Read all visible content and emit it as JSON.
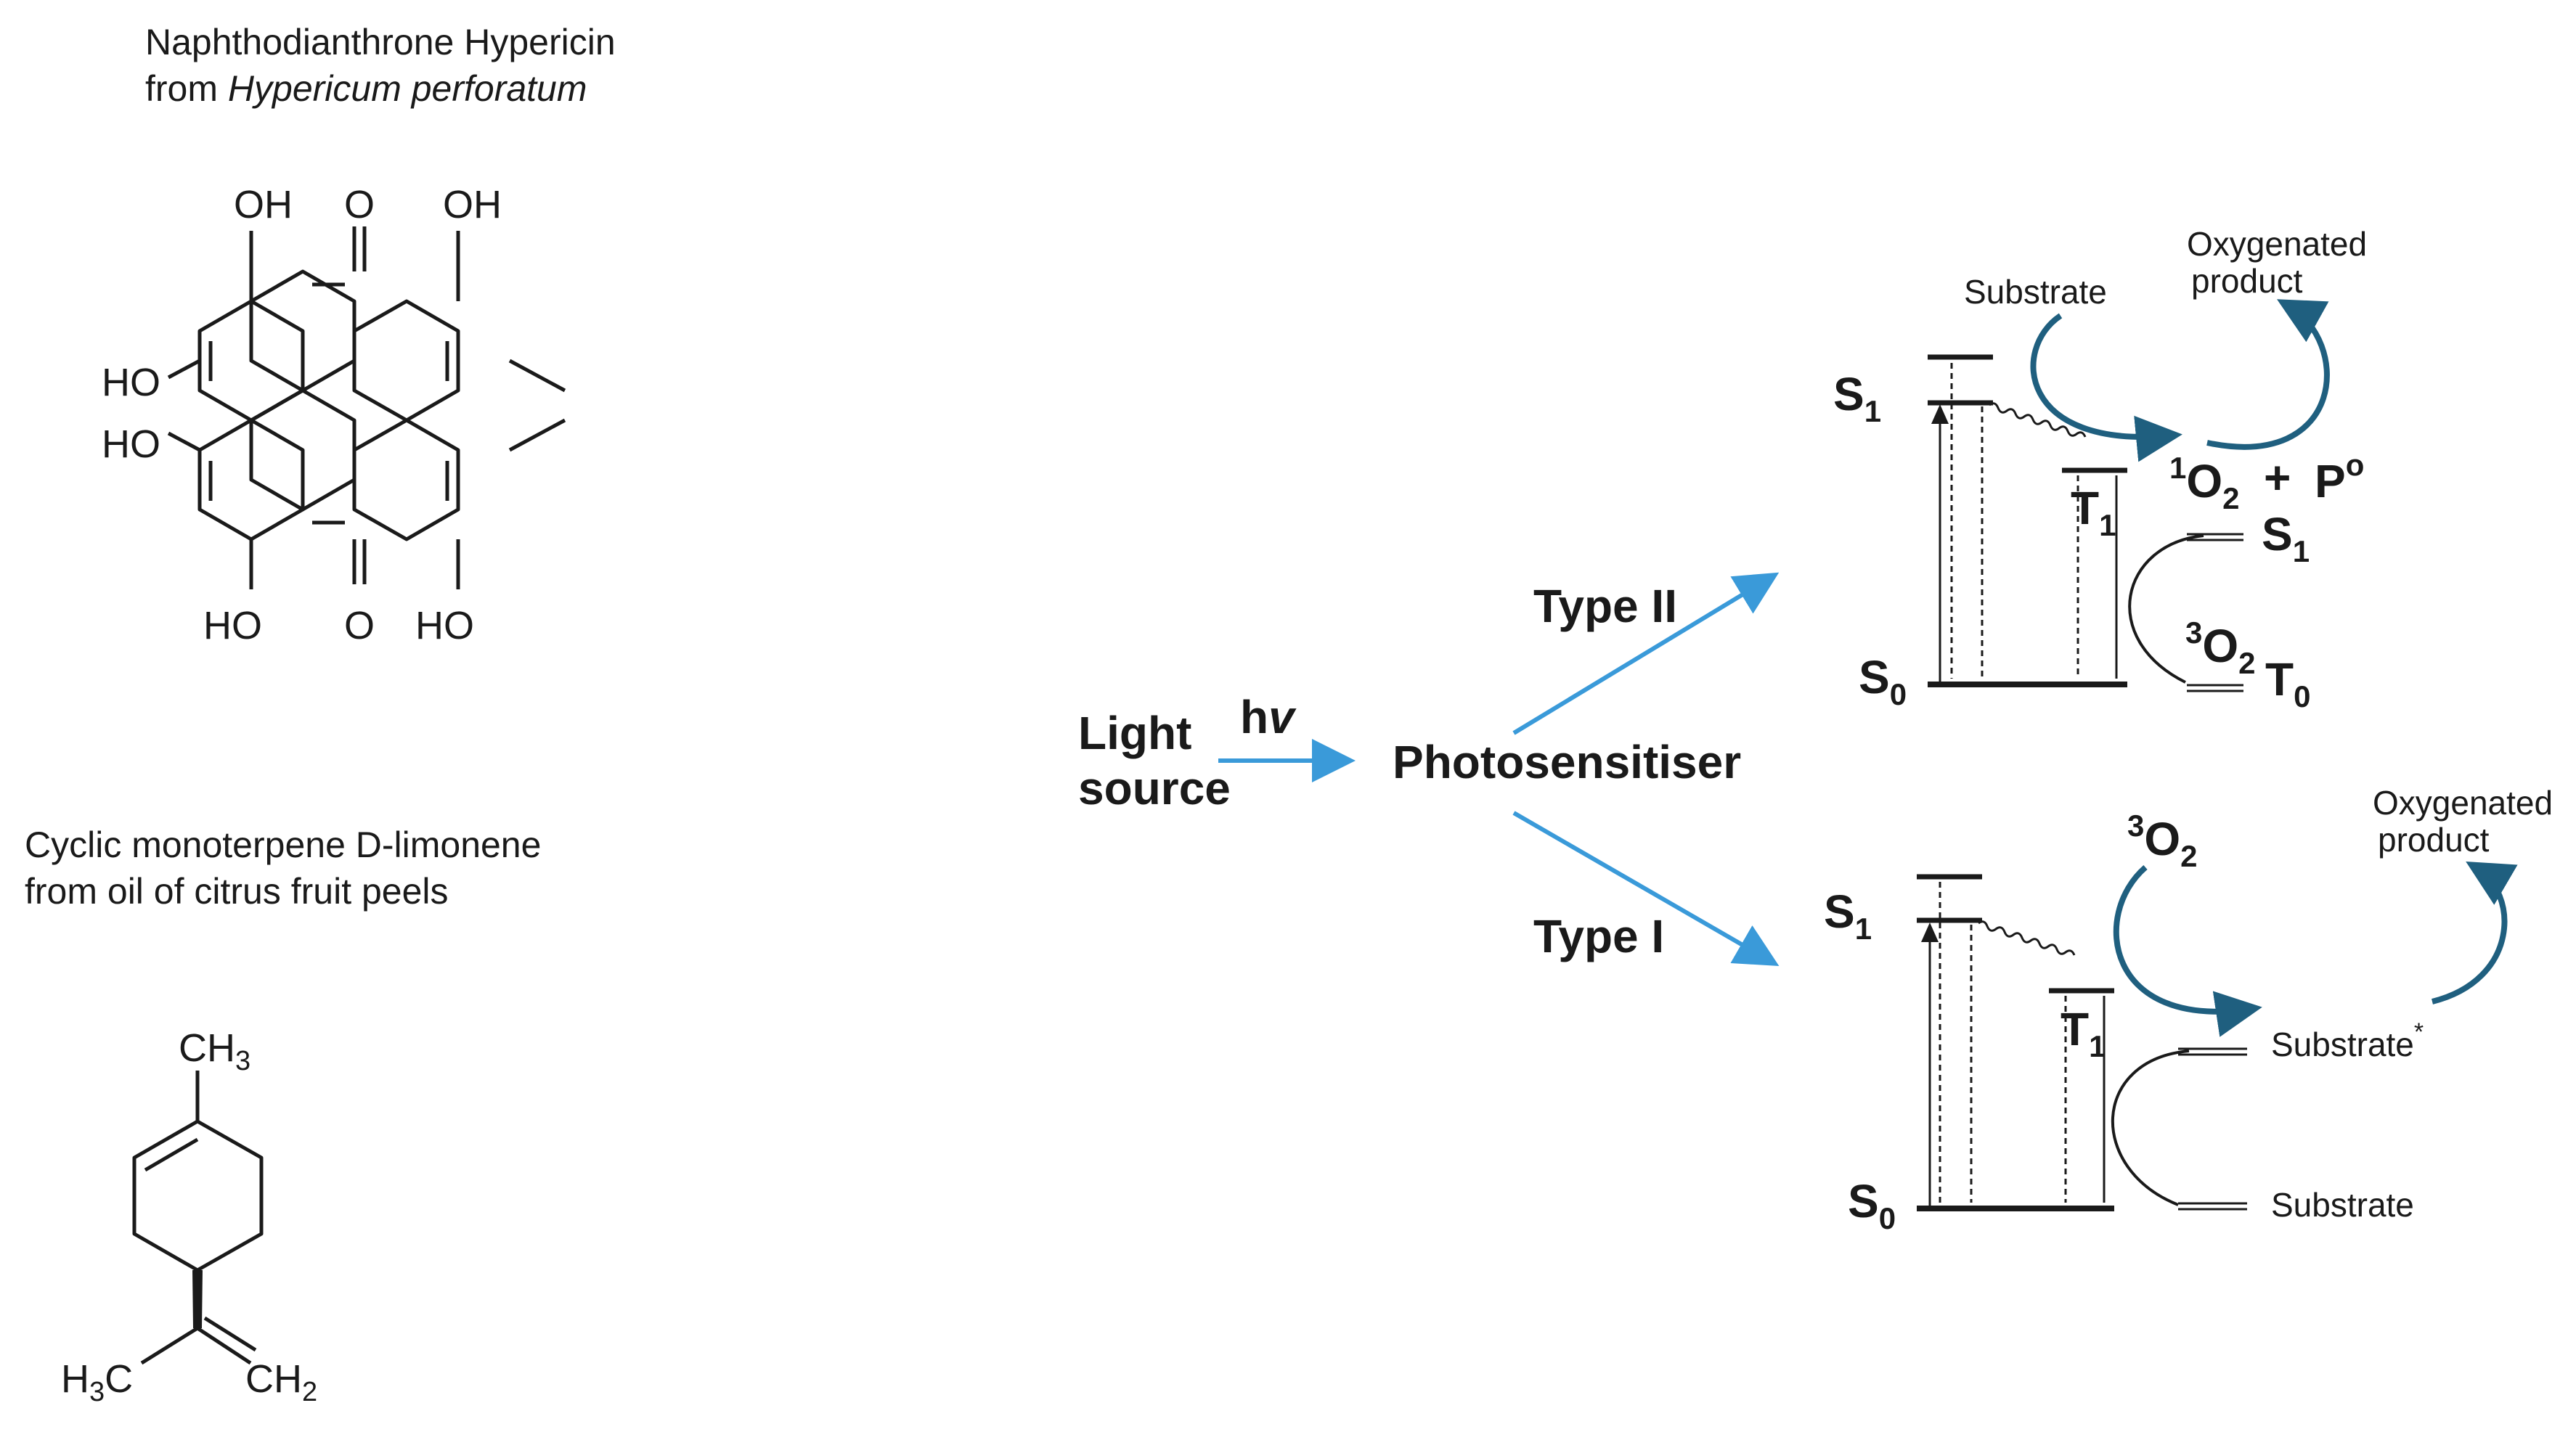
{
  "hypericin": {
    "caption_line1": "Naphthodianthrone Hypericin",
    "caption_line2_prefix": "from ",
    "caption_line2_italic": "Hypericum perforatum",
    "atoms": {
      "oh": "OH",
      "o": "O",
      "ho": "HO"
    }
  },
  "limonene": {
    "caption_line1": "Cyclic monoterpene D-limonene",
    "caption_line2": "from oil of citrus fruit peels",
    "atoms": {
      "c": "C",
      "h": "H",
      "ch3_sub": "3",
      "ch2_sub": "2"
    }
  },
  "mechanism": {
    "light_line1": "Light",
    "light_line2": "source",
    "hv_h": "h",
    "hv_v": "v",
    "photosensitiser": "Photosensitiser",
    "type2": "Type II",
    "type1": "Type I",
    "colors": {
      "arrow_blue": "#3a9ad9",
      "cycle_teal": "#1f5f7f"
    },
    "type2_diagram": {
      "s1": "S",
      "s1_sub": "1",
      "s0": "S",
      "s0_sub": "0",
      "t1": "T",
      "t1_sub": "1",
      "substrate": "Substrate",
      "oxygenated_line1": "Oxygenated",
      "oxygenated_line2": "product",
      "singlet_sup": "1",
      "o2": "O",
      "o2_sub": "2",
      "plus": "+",
      "p": "P",
      "p_sup": "o",
      "ps_s1": "S",
      "ps_s1_sub": "1",
      "triplet_sup": "3",
      "o2b": "O",
      "o2b_sub": "2",
      "t0": "T",
      "t0_sub": "0"
    },
    "type1_diagram": {
      "s1": "S",
      "s1_sub": "1",
      "s0": "S",
      "s0_sub": "0",
      "t1": "T",
      "t1_sub": "1",
      "triplet_sup": "3",
      "o2": "O",
      "o2_sub": "2",
      "oxygenated_line1": "Oxygenated",
      "oxygenated_line2": "product",
      "substrate_star": "Substrate",
      "star": "*",
      "substrate": "Substrate"
    }
  }
}
